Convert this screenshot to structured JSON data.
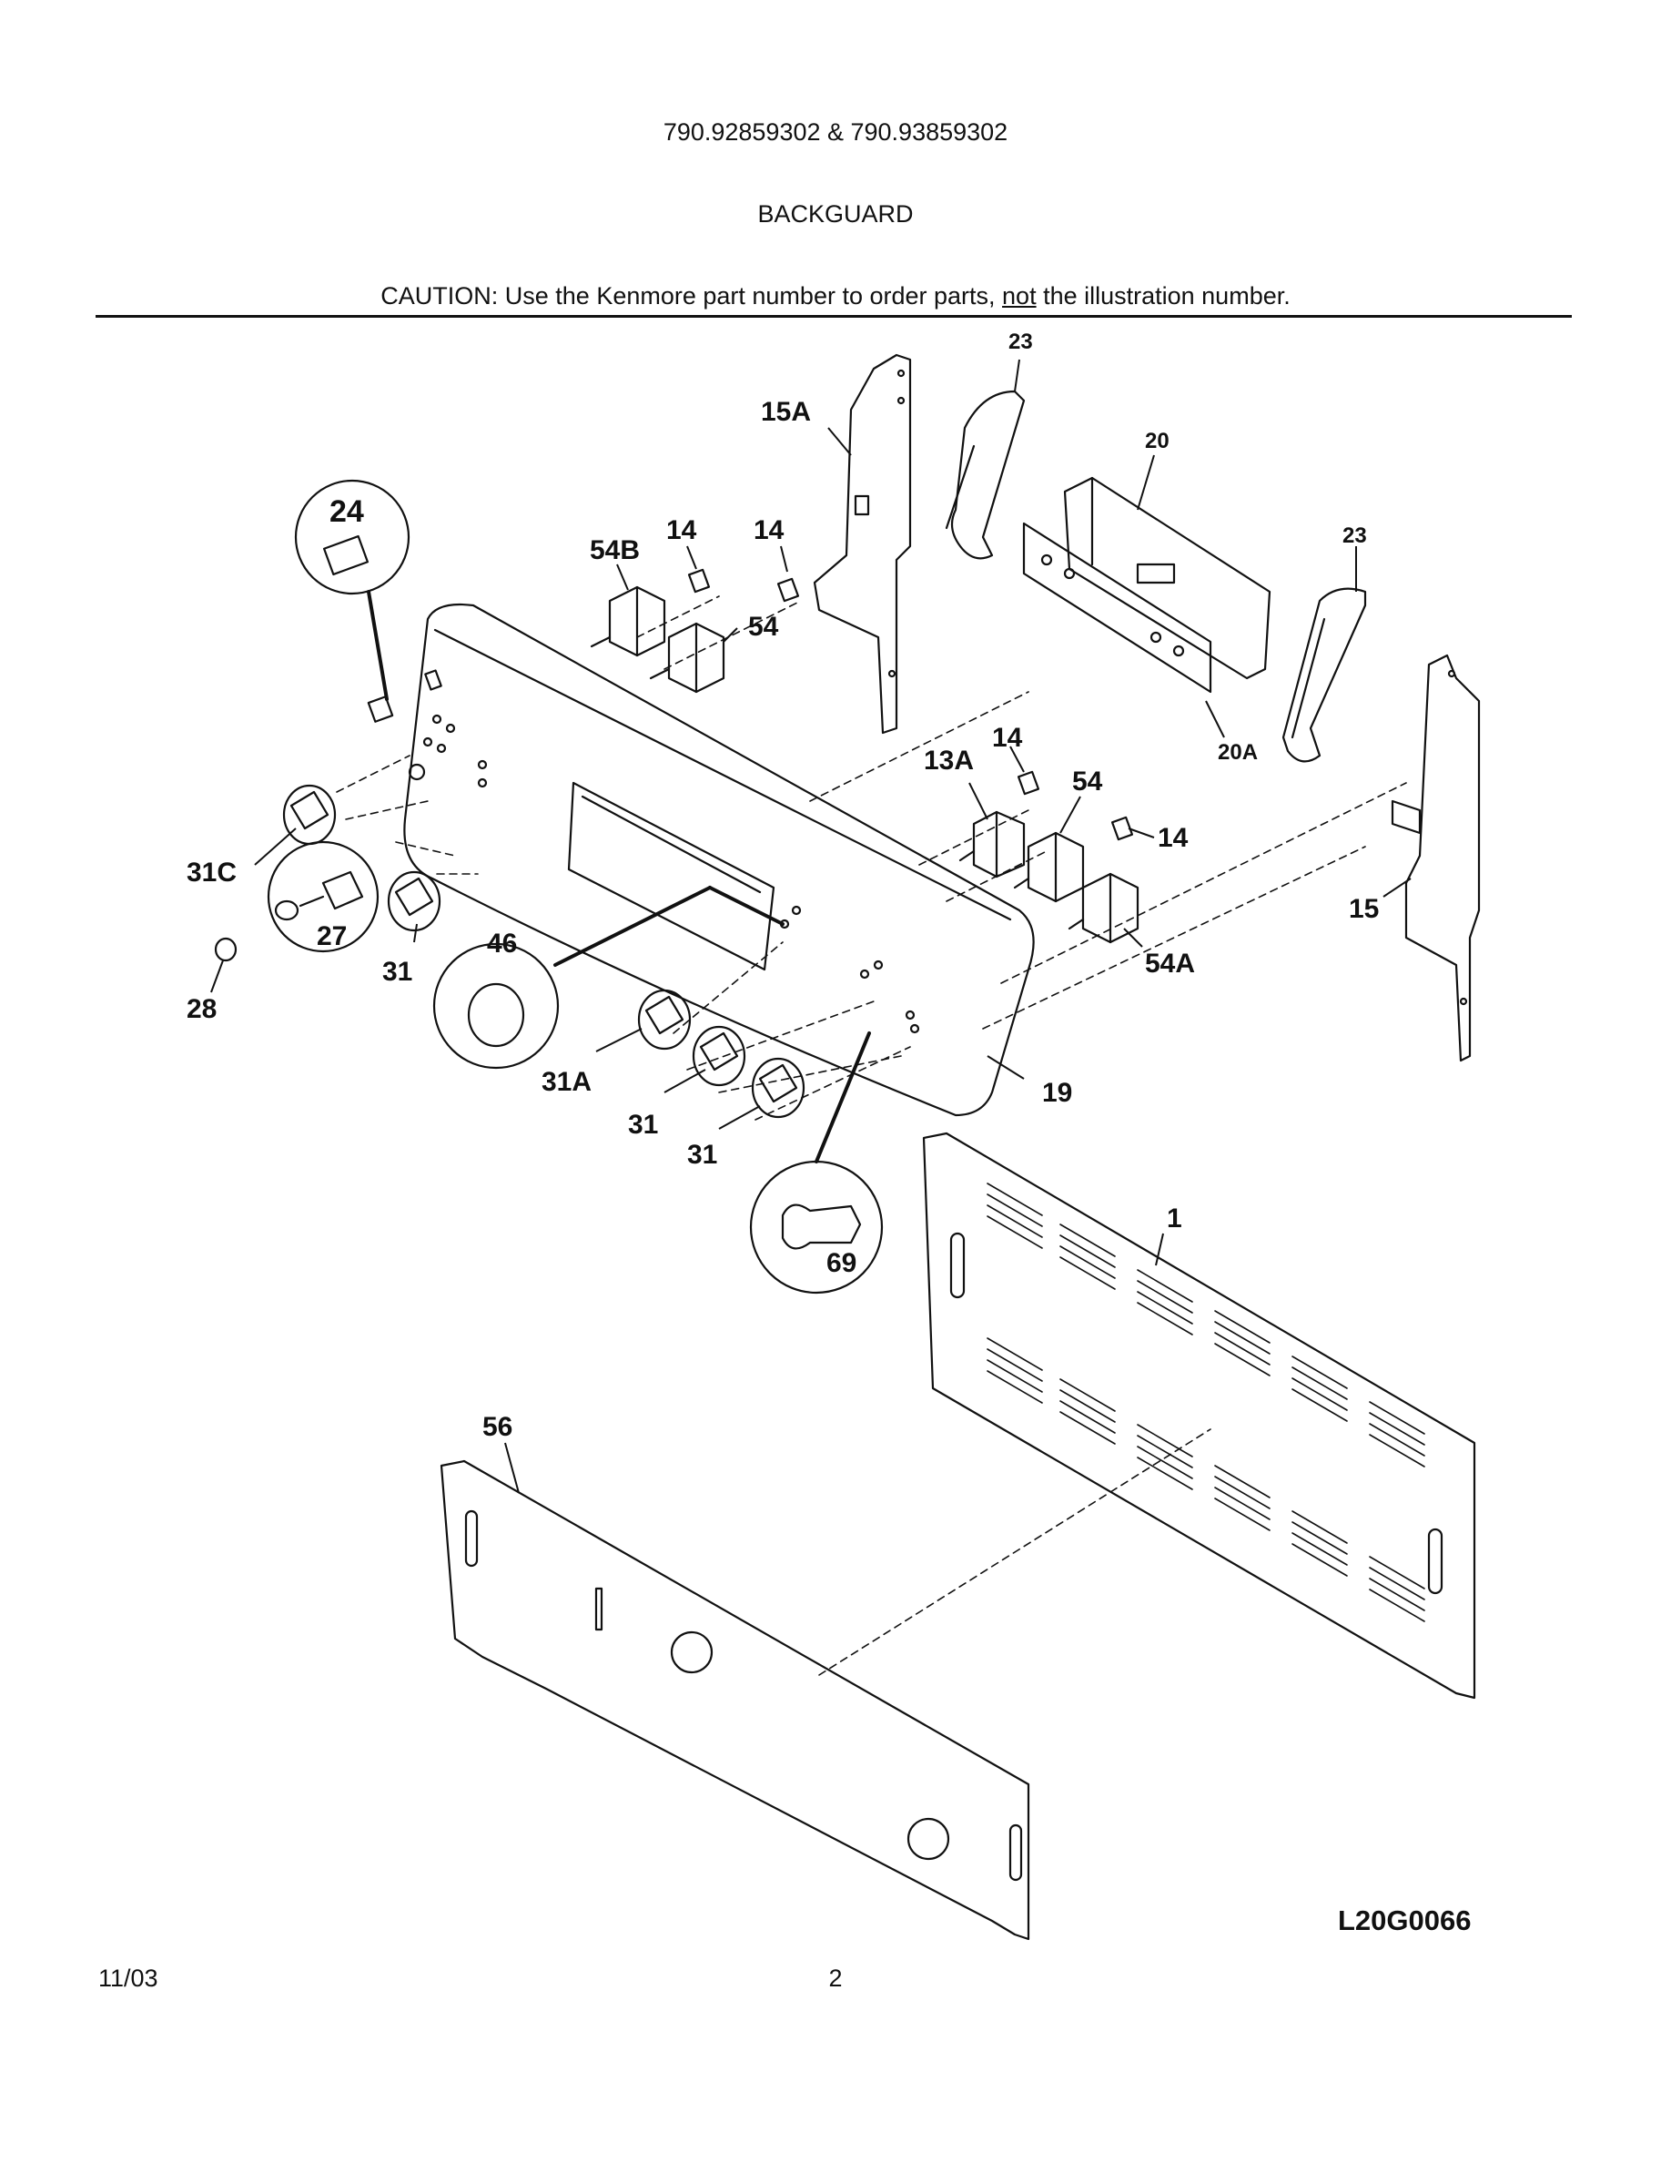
{
  "header": {
    "model_numbers": "790.92859302 & 790.93859302",
    "section_title": "BACKGUARD",
    "caution_prefix": "CAUTION: Use the Kenmore part number to order parts, ",
    "caution_emphasis": "not",
    "caution_suffix": " the illustration number."
  },
  "callouts": [
    {
      "id": "c23a",
      "label": "23"
    },
    {
      "id": "c15A",
      "label": "15A"
    },
    {
      "id": "c20",
      "label": "20"
    },
    {
      "id": "c24",
      "label": "24"
    },
    {
      "id": "c54B",
      "label": "54B"
    },
    {
      "id": "c14a",
      "label": "14"
    },
    {
      "id": "c14b",
      "label": "14"
    },
    {
      "id": "c23b",
      "label": "23"
    },
    {
      "id": "c54a",
      "label": "54"
    },
    {
      "id": "c14c",
      "label": "14"
    },
    {
      "id": "c13A",
      "label": "13A"
    },
    {
      "id": "c20A",
      "label": "20A"
    },
    {
      "id": "c54b",
      "label": "54"
    },
    {
      "id": "c14d",
      "label": "14"
    },
    {
      "id": "c31C",
      "label": "31C"
    },
    {
      "id": "c15",
      "label": "15"
    },
    {
      "id": "c27",
      "label": "27"
    },
    {
      "id": "c46",
      "label": "46"
    },
    {
      "id": "c54A",
      "label": "54A"
    },
    {
      "id": "c31a",
      "label": "31"
    },
    {
      "id": "c28",
      "label": "28"
    },
    {
      "id": "c31A",
      "label": "31A"
    },
    {
      "id": "c19",
      "label": "19"
    },
    {
      "id": "c31b",
      "label": "31"
    },
    {
      "id": "c31c",
      "label": "31"
    },
    {
      "id": "c69",
      "label": "69"
    },
    {
      "id": "c1",
      "label": "1"
    },
    {
      "id": "c56",
      "label": "56"
    }
  ],
  "footer": {
    "date": "11/03",
    "page": "2",
    "drawing_code": "L20G0066"
  }
}
